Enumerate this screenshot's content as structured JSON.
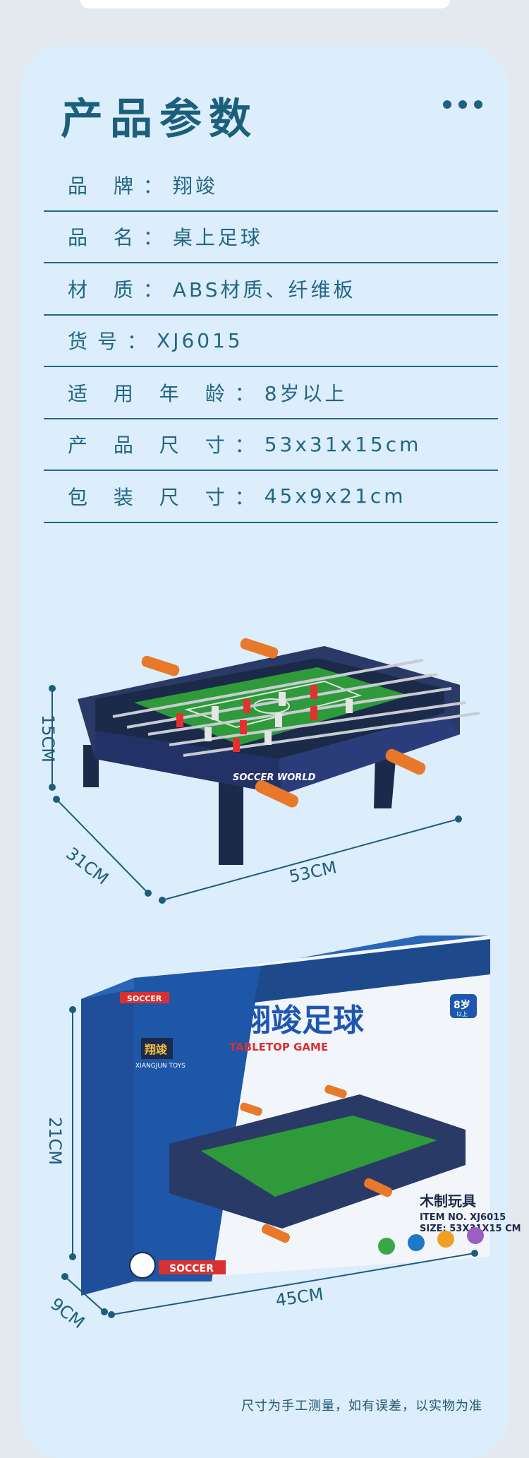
{
  "title": "产品参数",
  "more_icon": "ellipsis-icon",
  "specs": [
    {
      "label": "品 牌：",
      "value": "翔竣"
    },
    {
      "label": "品 名：",
      "value": "桌上足球"
    },
    {
      "label": "材 质：",
      "value": "ABS材质、纤维板"
    },
    {
      "label": "货号：",
      "value": "XJ6015"
    },
    {
      "label": "适 用 年 龄：",
      "value": "8岁以上"
    },
    {
      "label": "产 品 尺 寸：",
      "value": "53x31x15cm"
    },
    {
      "label": "包 装 尺 寸：",
      "value": "45x9x21cm"
    }
  ],
  "product": {
    "dim_height": "15CM",
    "dim_depth": "31CM",
    "dim_width": "53CM",
    "table_text": "SOCCER WORLD"
  },
  "box": {
    "dim_height": "21CM",
    "dim_depth": "9CM",
    "dim_width": "45CM",
    "brand_logo": "翔竣",
    "brand_name": "XIANGJUN TOYS",
    "soccer_tag": "SOCCER",
    "title_cn": "翔竣足球",
    "title_en": "TABLETOP GAME",
    "age": "8岁",
    "age_sub": "以上",
    "wood_toy": "木制玩具",
    "item_no": "ITEM NO. XJ6015",
    "size": "SIZE: 53X31X15 CM",
    "bottom_tag": "SOCCER"
  },
  "footnote": "尺寸为手工测量，如有误差，以实物为准"
}
